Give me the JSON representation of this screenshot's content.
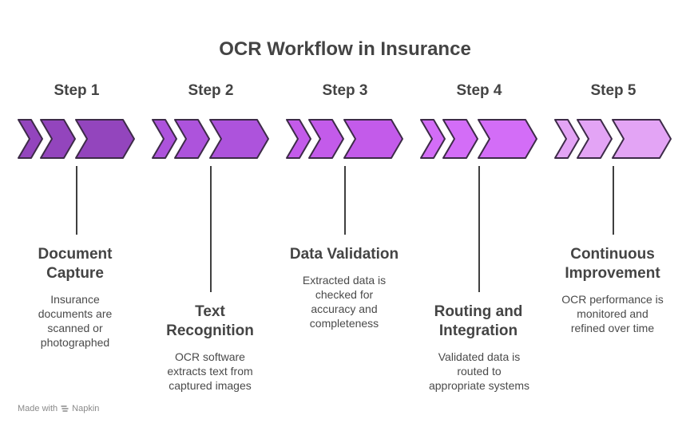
{
  "title": "OCR Workflow in Insurance",
  "footer": {
    "made_with": "Made with",
    "brand": "Napkin"
  },
  "steps": [
    {
      "label": "Step 1",
      "heading_lines": [
        "Document",
        "Capture"
      ],
      "desc_lines": [
        "Insurance",
        "documents are",
        "scanned or",
        "photographed"
      ],
      "color": "#9345bd"
    },
    {
      "label": "Step 2",
      "heading_lines": [
        "Text",
        "Recognition"
      ],
      "desc_lines": [
        "OCR software",
        "extracts text from",
        "captured images"
      ],
      "color": "#ad53dc"
    },
    {
      "label": "Step 3",
      "heading_lines": [
        "Data Validation"
      ],
      "desc_lines": [
        "Extracted data is",
        "checked for",
        "accuracy and",
        "completeness"
      ],
      "color": "#c35bea"
    },
    {
      "label": "Step 4",
      "heading_lines": [
        "Routing and",
        "Integration"
      ],
      "desc_lines": [
        "Validated data is",
        "routed to",
        "appropriate systems"
      ],
      "color": "#d36df7"
    },
    {
      "label": "Step 5",
      "heading_lines": [
        "Continuous",
        "Improvement"
      ],
      "desc_lines": [
        "OCR performance is",
        "monitored and",
        "refined over time"
      ],
      "color": "#e3a4f5"
    }
  ]
}
